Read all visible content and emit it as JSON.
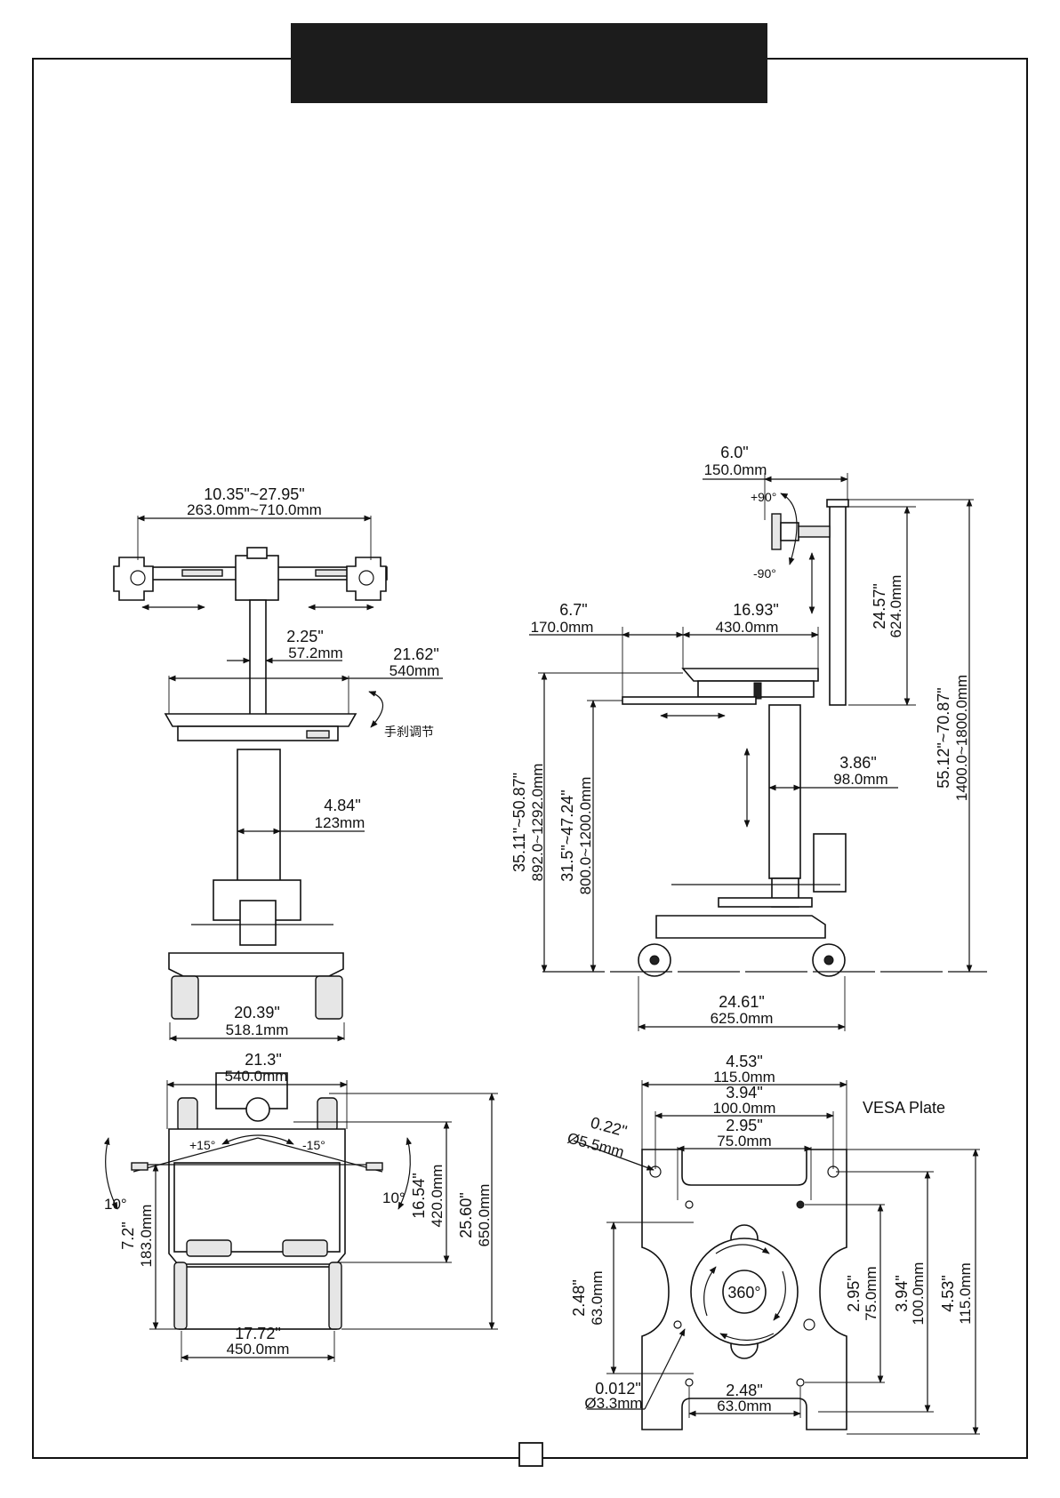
{
  "header_banner": {
    "text": ""
  },
  "front_view": {
    "arm_span_in": "10.35\"~27.95\"",
    "arm_span_mm": "263.0mm~710.0mm",
    "pole_width_in": "2.25\"",
    "pole_width_mm": "57.2mm",
    "tray_width_in": "21.62\"",
    "tray_width_mm": "540mm",
    "handbrake_note": "手刹调节",
    "column_width_in": "4.84\"",
    "column_width_mm": "123mm",
    "base_width_in": "20.39\"",
    "base_width_mm": "518.1mm"
  },
  "side_view": {
    "monitor_offset_in": "6.0\"",
    "monitor_offset_mm": "150.0mm",
    "tilt_up": "+90°",
    "tilt_down": "-90°",
    "keyboard_tray_in": "6.7\"",
    "keyboard_tray_mm": "170.0mm",
    "worksurface_in": "16.93\"",
    "worksurface_mm": "430.0mm",
    "pole_height_in": "24.57\"",
    "pole_height_mm": "624.0mm",
    "total_height_in": "55.12\"~70.87\"",
    "total_height_mm": "1400.0~1800.0mm",
    "column_depth_in": "3.86\"",
    "column_depth_mm": "98.0mm",
    "surface_height_in": "35.11\"~50.87\"",
    "surface_height_mm": "892.0~1292.0mm",
    "keyboard_height_in": "31.5\"~47.24\"",
    "keyboard_height_mm": "800.0~1200.0mm",
    "base_depth_in": "24.61\"",
    "base_depth_mm": "625.0mm"
  },
  "top_view": {
    "overall_width_in": "21.3\"",
    "overall_width_mm": "540.0mm",
    "swivel_left": "+15°",
    "swivel_right": "-15°",
    "tilt_left": "10°",
    "tilt_right": "10°",
    "front_depth_in": "7.2\"",
    "front_depth_mm": "183.0mm",
    "mid_depth_in": "16.54\"",
    "mid_depth_mm": "420.0mm",
    "overall_depth_in": "25.60\"",
    "overall_depth_mm": "650.0mm",
    "base_width_in": "17.72\"",
    "base_width_mm": "450.0mm"
  },
  "vesa_plate": {
    "title": "VESA Plate",
    "w115_in": "4.53\"",
    "w115_mm": "115.0mm",
    "w100_in": "3.94\"",
    "w100_mm": "100.0mm",
    "w75_in": "2.95\"",
    "w75_mm": "75.0mm",
    "hole_in": "0.22\"",
    "hole_mm": "Ø5.5mm",
    "left63_in": "2.48\"",
    "left63_mm": "63.0mm",
    "rotation": "360°",
    "h75_in": "2.95\"",
    "h75_mm": "75.0mm",
    "h100_in": "3.94\"",
    "h100_mm": "100.0mm",
    "h115_in": "4.53\"",
    "h115_mm": "115.0mm",
    "bottom63_in": "2.48\"",
    "bottom63_mm": "63.0mm",
    "small_hole_in": "0.012\"",
    "small_hole_mm": "Ø3.3mm"
  },
  "page_number": ""
}
